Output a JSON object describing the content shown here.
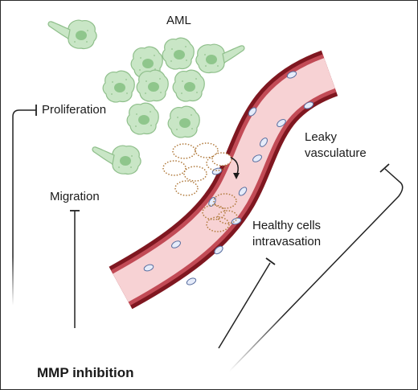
{
  "labels": {
    "aml": "AML",
    "proliferation": "Proliferation",
    "migration": "Migration",
    "leaky_vasculature": "Leaky vasculature",
    "healthy_cells_intravasation": "Healthy cells intravasation",
    "mmp_inhibition": "MMP inhibition"
  },
  "colors": {
    "aml_cell_fill": "#c9e6c6",
    "aml_cell_outline": "#8fbf8b",
    "aml_nucleus": "#8fc68c",
    "vessel_wall": "#8e1b24",
    "vessel_lumen": "#f7d2d4",
    "endothelial_cell": "#e6ecfa",
    "healthy_cell_outline": "#b07a3c",
    "inhibition_line": "#222222"
  }
}
